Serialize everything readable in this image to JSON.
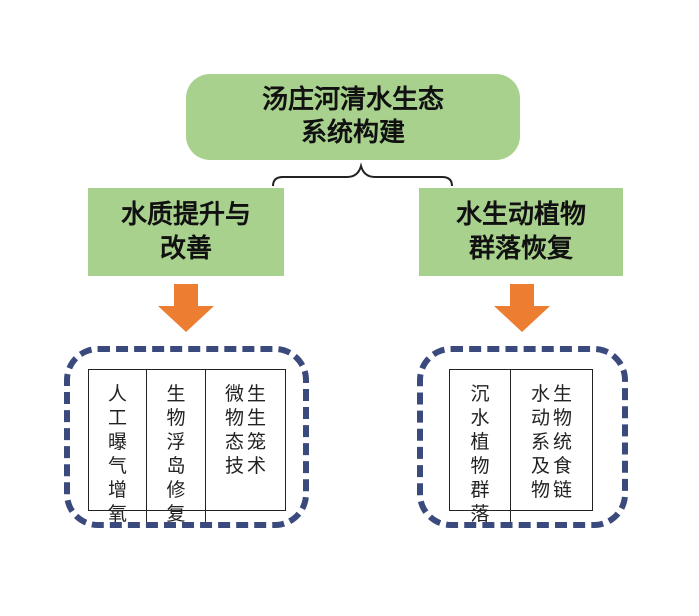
{
  "colors": {
    "box_fill": "#a9d18e",
    "arrow": "#ed7d31",
    "dashed_border": "#3b4a7c"
  },
  "root": {
    "lines": [
      "汤庄河清水生态",
      "系统构建"
    ]
  },
  "left_branch": {
    "lines": [
      "水质提升与",
      "改善"
    ],
    "items": [
      {
        "columns": [
          "人工曝气增氧"
        ]
      },
      {
        "columns": [
          "生物浮岛修复"
        ]
      },
      {
        "columns": [
          "微物态技",
          "生生笼术"
        ]
      }
    ]
  },
  "right_branch": {
    "lines": [
      "水生动植物",
      "群落恢复"
    ],
    "items": [
      {
        "columns": [
          "沉水植物群落"
        ]
      },
      {
        "columns": [
          "水动系及物",
          "生物统食链"
        ]
      }
    ]
  }
}
